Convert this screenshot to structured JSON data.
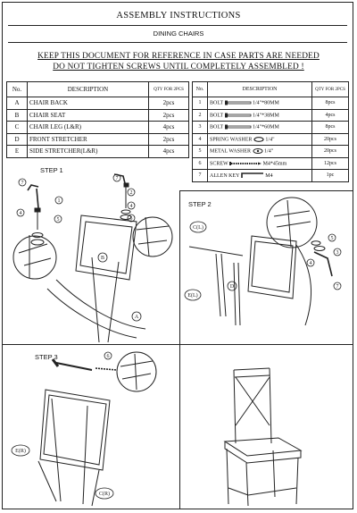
{
  "header": {
    "title": "ASSEMBLY INSTRUCTIONS",
    "subtitle": "DINING CHAIRS",
    "warning_1": "KEEP THIS DOCUMENT FOR REFERENCE IN CASE PARTS ARE NEEDED",
    "warning_2": "DO NOT TIGHTEN SCREWS UNTIL COMPLETELY ASSEMBLED !"
  },
  "parts_table": {
    "col_no": "No.",
    "col_desc": "DESCRIPTION",
    "col_qty": "QTY FOR 2PCS",
    "rows": [
      {
        "no": "A",
        "desc": "CHAIR BACK",
        "qty": "2pcs"
      },
      {
        "no": "B",
        "desc": "CHAIR SEAT",
        "qty": "2pcs"
      },
      {
        "no": "C",
        "desc": "CHAIR LEG (L&R)",
        "qty": "4pcs"
      },
      {
        "no": "D",
        "desc": "FRONT STRETCHER",
        "qty": "2pcs"
      },
      {
        "no": "E",
        "desc": "SIDE STRETCHER(L&R)",
        "qty": "4pcs"
      }
    ]
  },
  "hardware_table": {
    "col_no": "No.",
    "col_desc": "DESCRIPTION",
    "col_qty": "QTY FOR 2PCS",
    "rows": [
      {
        "no": "1",
        "desc": "BOLT",
        "size": "1/4\"*80MM",
        "qty": "8pcs",
        "icon": "bolt-icon"
      },
      {
        "no": "2",
        "desc": "BOLT",
        "size": "1/4\"*38MM",
        "qty": "4pcs",
        "icon": "bolt-icon"
      },
      {
        "no": "3",
        "desc": "BOLT",
        "size": "1/4\"*60MM",
        "qty": "8pcs",
        "icon": "bolt-icon"
      },
      {
        "no": "4",
        "desc": "SPRING WASHER",
        "size": "1/4\"",
        "qty": "20pcs",
        "icon": "spring-washer-icon"
      },
      {
        "no": "5",
        "desc": "METAL WASHER",
        "size": "1/4\"",
        "qty": "20pcs",
        "icon": "metal-washer-icon"
      },
      {
        "no": "6",
        "desc": "SCREW",
        "size": "M4*45mm",
        "qty": "12pcs",
        "icon": "screw-icon"
      },
      {
        "no": "7",
        "desc": "ALLEN KEY",
        "size": "M4",
        "qty": "1pc",
        "icon": "allen-key-icon"
      }
    ]
  },
  "steps": {
    "step1": "STEP 1",
    "step2": "STEP 2",
    "step3": "STEP 3"
  },
  "callouts": {
    "n1": "1",
    "n2": "2",
    "n3": "3",
    "n4": "4",
    "n5": "5",
    "n6": "6",
    "n7": "7",
    "A": "A",
    "B": "B",
    "D": "D",
    "CL": "C(L)",
    "EL": "E(L)",
    "ER": "E(R)",
    "CR": "C(R)"
  }
}
